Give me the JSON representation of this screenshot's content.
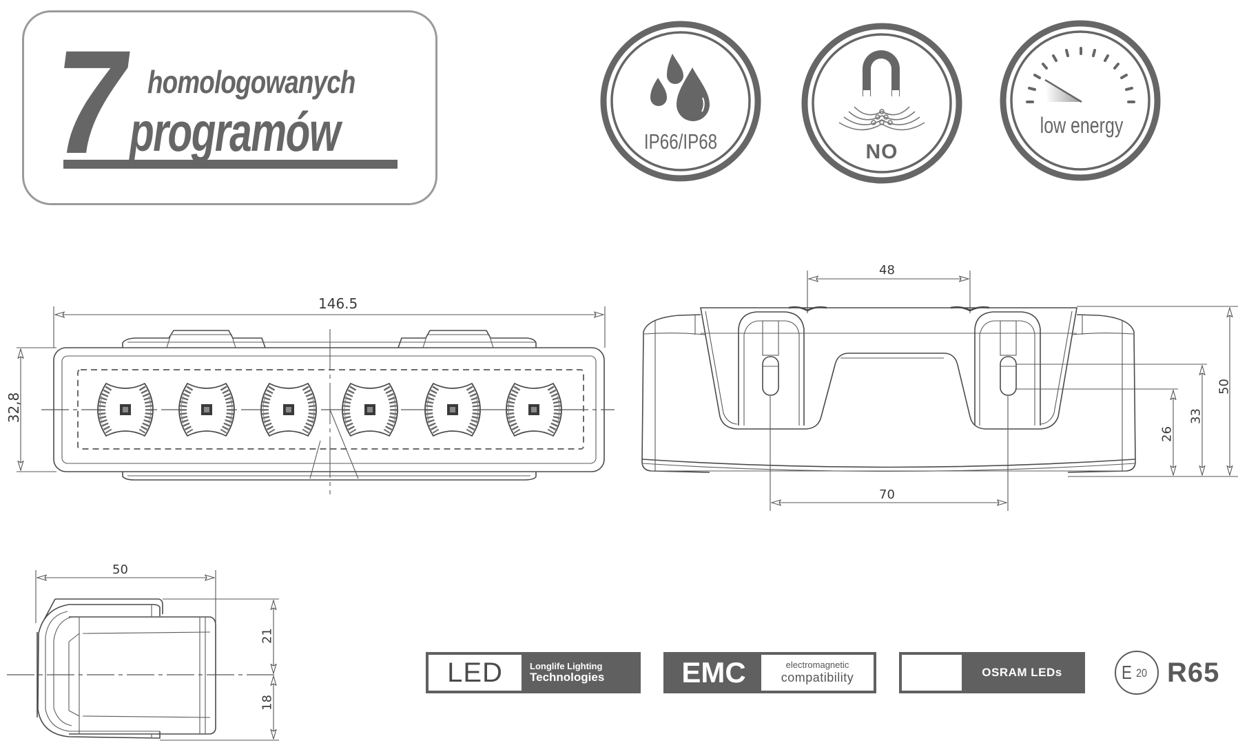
{
  "programs_badge": {
    "number": "7",
    "line1": "homologowanych",
    "line2": "programów"
  },
  "feature_icons": [
    {
      "name": "water-resistance",
      "icon": "water-drops-icon",
      "label": "IP66/IP68"
    },
    {
      "name": "no-magnetic-interference",
      "icon": "magnet-icon",
      "label": "NO"
    },
    {
      "name": "low-energy",
      "icon": "gauge-icon",
      "label": "low energy"
    }
  ],
  "front_view": {
    "width_dim": "146.5",
    "height_dim": "32,8",
    "led_count": 6
  },
  "top_view": {
    "mount_spacing_top": "48",
    "mount_spacing_bottom": "70",
    "height_total": "50",
    "height_33": "33",
    "height_26": "26"
  },
  "side_view": {
    "depth_dim": "50",
    "upper_dim": "21",
    "lower_dim": "18"
  },
  "certifications": {
    "led": {
      "main": "LED",
      "sub1": "Longlife Lighting",
      "sub2": "Technologies"
    },
    "emc": {
      "main": "EMC",
      "sub1": "electromagnetic",
      "sub2": "compatibility"
    },
    "osram": {
      "label": "OSRAM LEDs"
    },
    "homologation": {
      "mark": "E",
      "code": "20",
      "regulation": "R65"
    }
  },
  "colors": {
    "primary_gray": "#666666",
    "badge_gray": "#606060",
    "line": "#4a4a4a"
  }
}
